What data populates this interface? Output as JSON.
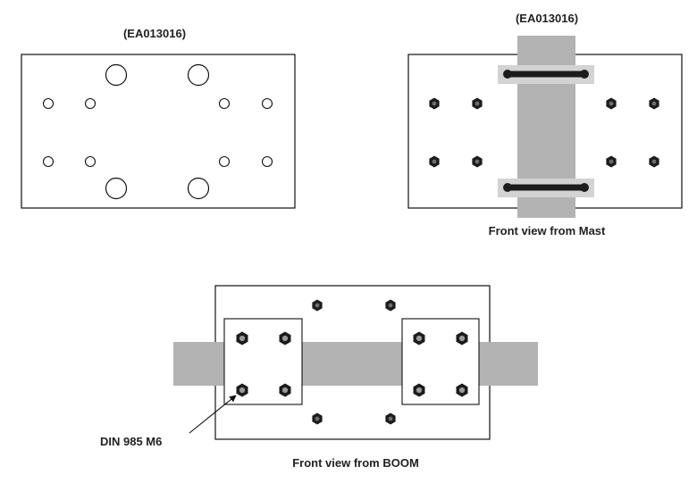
{
  "plate_left": {
    "label": "(EA013016)"
  },
  "plate_right": {
    "label": "(EA013016)",
    "caption": "Front view from Mast"
  },
  "plate_bottom": {
    "callout": "DIN 985 M6",
    "caption": "Front view from BOOM"
  },
  "colors": {
    "outline": "#111111",
    "mast_gray": "#b3b3b3",
    "clamp_gray": "#d3d3d3",
    "nut_fill": "#1c1c1c",
    "nut_core": "#9a9a9a",
    "background": "#ffffff"
  }
}
